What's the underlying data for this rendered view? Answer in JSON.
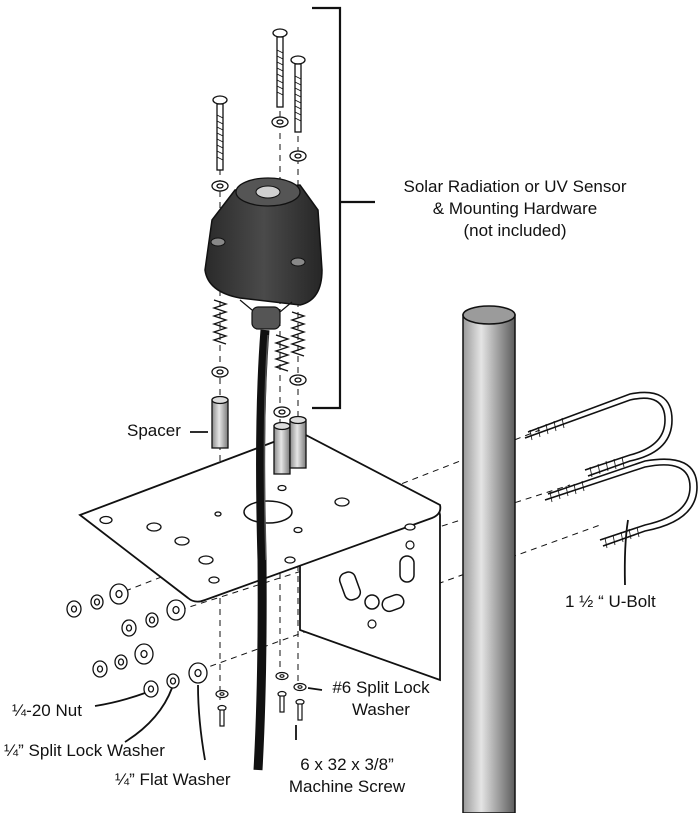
{
  "labels": {
    "sensor_line1": "Solar Radiation or UV Sensor",
    "sensor_line2": "& Mounting Hardware",
    "sensor_line3": "(not included)",
    "spacer": "Spacer",
    "ubolt": "1 ½ “ U-Bolt",
    "nut": "¼-20 Nut",
    "split_lock_quarter": "¼” Split Lock Washer",
    "flat_washer": "¼” Flat  Washer",
    "split_lock_six_line1": "#6 Split Lock",
    "split_lock_six_line2": "Washer",
    "machine_screw_line1": "6 x 32 x 3/8”",
    "machine_screw_line2": "Machine Screw"
  },
  "colors": {
    "outline": "#111111",
    "sensor_body": "#3a3a3a",
    "pipe_light": "#d8d8d8",
    "pipe_dark": "#6e6e6e",
    "plate": "#ffffff"
  }
}
